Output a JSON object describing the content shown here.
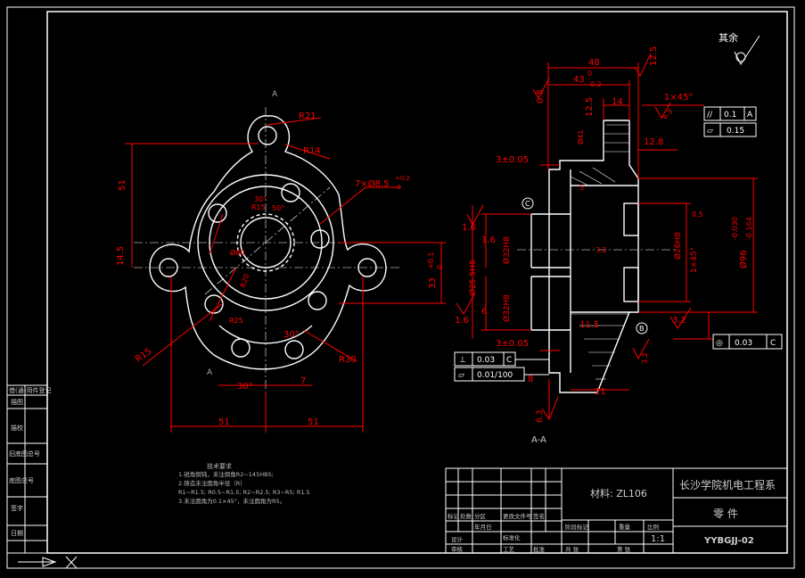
{
  "colors": {
    "background": "#000000",
    "frame": "#ffffff",
    "dimension": "#ff0000",
    "text": "#ffffff"
  },
  "front_view": {
    "section_mark_top": "A",
    "section_mark_bottom": "A",
    "dims": {
      "r21": "R21",
      "r14": "R14",
      "hole_7x": "7×Ø8.5",
      "hole_tol_upper": "+0.2",
      "hole_tol_lower": "0",
      "d51_vertical": "51",
      "d14_5": "14.5",
      "d33_base": "33",
      "d33_tol_upper": "+0.1",
      "d33_tol_lower": "0",
      "ang30_top": "30°",
      "ang50_top": "50°",
      "d80": "Ø80",
      "r15_inner": "R15",
      "r25": "R25",
      "r20": "R20",
      "ang30_bottom": "30°",
      "r30": "R30",
      "r15": "R15",
      "ang30_lower": "30°",
      "d7": "7",
      "d51_left": "51",
      "d51_right": "51"
    }
  },
  "section_view": {
    "label": "A-A",
    "roughness_other": "其余",
    "dims": {
      "d48": "48",
      "d48_tol": "0",
      "d43": "43",
      "d43_tol": "-0.2",
      "d0_8": "0.8",
      "d12_5_top": "12.5",
      "chamfer_top": "1×45°",
      "d14": "14",
      "d12_5_left": "12.5",
      "d6_3_top": "6.3",
      "d12_8": "12.8",
      "phi41": "Ø41",
      "d3_005_top": "3±0.05",
      "d3_005_bottom": "3±0.05",
      "d1_6_left": "1.6",
      "d1_6_bottom": "1.6",
      "phi32h8_top": "Ø32H8",
      "phi25_5h8": "Ø25.5H8",
      "phi32h8_bottom": "Ø32H8",
      "phi26h8": "Ø26H8",
      "phi96": "Ø96",
      "phi96_tol_upper": "-0.030",
      "phi96_tol_lower": "-0.104",
      "chamfer_right": "1×45°",
      "r0_5": "0.5",
      "d3_2_mid": "3.2",
      "d5": "5",
      "d6_left": "6",
      "d1_6_mid": "1.6",
      "d11_5": "11.5",
      "d3_2_right": "3.2",
      "d3_2_lower": "3.2",
      "d8": "8",
      "d21": "21",
      "d6_3_bottom": "6.3",
      "datum_c": "C",
      "datum_b": "B"
    },
    "tolerance_frames": {
      "parallel": [
        "//",
        "0.1",
        "A"
      ],
      "flatness": [
        "▱",
        "0.15"
      ],
      "concentric": [
        "◎",
        "0.03",
        "C"
      ],
      "perp_left": [
        "⊥",
        "0.03",
        "C"
      ],
      "flat_left": [
        "▱",
        "0.01/100"
      ]
    }
  },
  "tech_notes": {
    "title": "技术要求",
    "lines": [
      "1.锐角倒钝，未注倒角R2~145HBS;",
      "2.铸造未注圆角半径（R）",
      "  R1~R1.5; R0.5~R1.5; R2~R2.5; R3~R5; R1.5",
      "3.未注圆角为0.1×45°，未注圆角为R5。"
    ]
  },
  "title_block": {
    "material_label": "材料: ZL106",
    "school": "长沙学院机电工程系",
    "part_name": "零 件",
    "drawing_no": "YYBGJJ-02",
    "scale": "1:1",
    "cells": [
      "标记",
      "处数",
      "分区",
      "更改文件号",
      "签名",
      "年月日",
      "设计",
      "标准化",
      "审核",
      "工艺",
      "批准",
      "阶段标记",
      "重量",
      "比例",
      "共 张",
      "第 张"
    ]
  },
  "left_strip": {
    "rows": [
      "借(通)用件登记",
      "描图",
      "描校",
      "旧底图总号",
      "底图总号",
      "签字",
      "日期"
    ]
  }
}
